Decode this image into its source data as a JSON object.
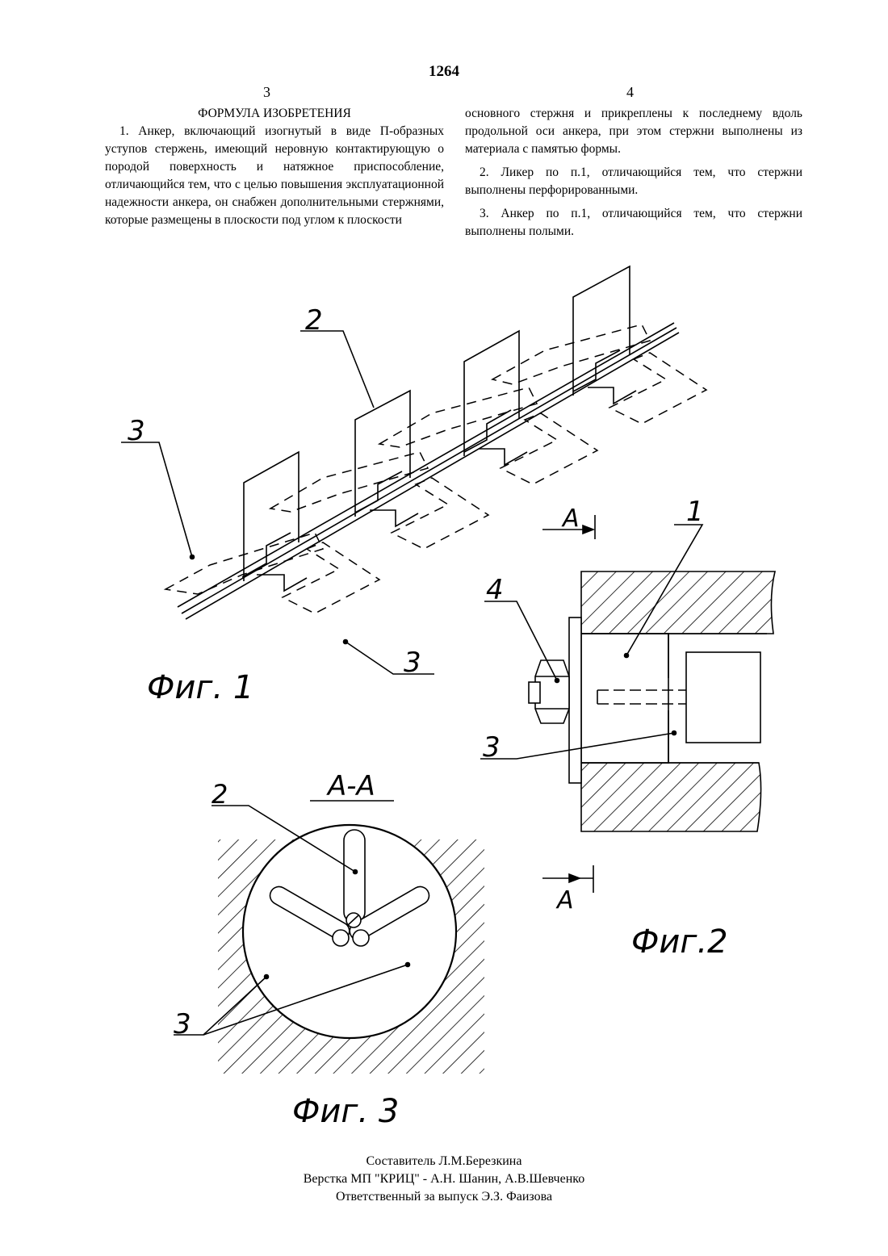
{
  "page_number": "1264",
  "column_numbers": {
    "left": "3",
    "right": "4"
  },
  "heading": "ФОРМУЛА ИЗОБРЕТЕНИЯ",
  "claims": {
    "left_claim1": "1. Анкер, включающий изогнутый в виде П-образных уступов стержень, имеющий неровную контактирующую о породой поверхность и натяжное приспособление, отличающийся тем, что с целью повышения эксплуатационной надежности анкера, он снабжен дополнительными стержнями, которые размещены в плоскости под углом к плоскости",
    "right_claim1_cont": "основного стержня и прикреплены к последнему вдоль продольной оси анкера, при этом стержни выполнены из материала с памятью формы.",
    "claim2": "2. Ликер по п.1, отличающийся тем, что стержни выполнены перфорированными.",
    "claim3": "3. Анкер по п.1, отличающийся тем, что стержни выполнены полыми."
  },
  "figures": {
    "fig1": {
      "caption": "Фиг. 1",
      "labels": {
        "rod": "2",
        "extra_left": "3",
        "extra_bottom": "3"
      },
      "section": "A"
    },
    "fig2": {
      "caption": "Фиг.2",
      "labels": {
        "body": "1",
        "nut": "4",
        "rod": "3"
      },
      "section": "A"
    },
    "fig3": {
      "caption": "Фиг. 3",
      "title": "А-А",
      "labels": {
        "rod": "2",
        "extra": "3"
      }
    }
  },
  "footer": {
    "compiler": "Составитель  Л.М.Березкина",
    "layout": "Верстка МП \"КРИЦ\" -   А.Н. Шанин,   А.В.Шевченко",
    "responsible": "Ответственный  за  выпуск  Э.З. Фаизова"
  }
}
